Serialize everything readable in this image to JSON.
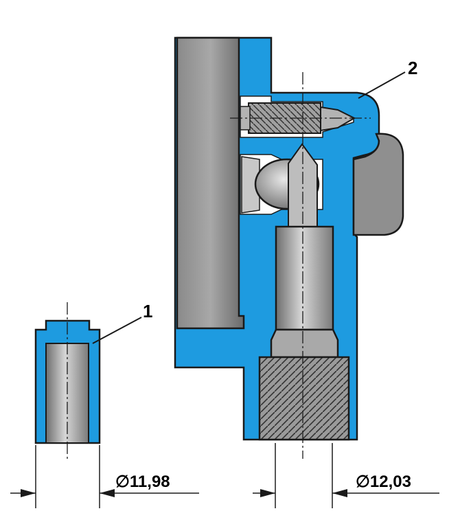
{
  "callouts": {
    "part1": "1",
    "part2": "2"
  },
  "dimensions": {
    "left_diameter": "∅11,98",
    "right_diameter": "∅12,03"
  },
  "colors": {
    "body_blue": "#1e9be0",
    "metal_gray": "#8f8f8f",
    "metal_dark": "#555555",
    "outline": "#1a1a1a",
    "background": "#ffffff"
  }
}
